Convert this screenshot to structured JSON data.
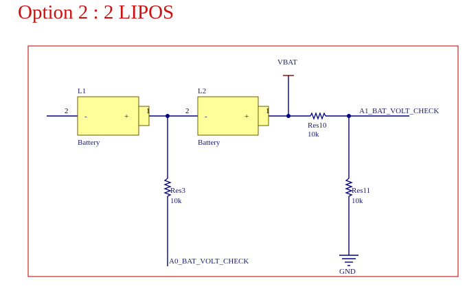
{
  "title": "Option 2 : 2 LIPOS",
  "colors": {
    "title": "#cc1111",
    "border": "#cc2222",
    "wire": "#000080",
    "battery_fill": "#ffff99",
    "battery_stroke": "#6b5a00",
    "power": "#8b0000",
    "text": "#1a1a6e"
  },
  "battery_l1": {
    "designator": "L1",
    "type": "Battery",
    "minus": "-",
    "plus": "+",
    "pin_left": "2",
    "pin_right": "1"
  },
  "battery_l2": {
    "designator": "L2",
    "type": "Battery",
    "minus": "-",
    "plus": "+",
    "pin_left": "2",
    "pin_right": "1"
  },
  "vbat": {
    "label": "VBAT"
  },
  "res10": {
    "designator": "Res10",
    "value": "10k"
  },
  "res3": {
    "designator": "Res3",
    "value": "10k"
  },
  "res11": {
    "designator": "Res11",
    "value": "10k"
  },
  "nets": {
    "a1": "A1_BAT_VOLT_CHECK",
    "a0": "A0_BAT_VOLT_CHECK"
  },
  "gnd": {
    "label": "GND"
  }
}
